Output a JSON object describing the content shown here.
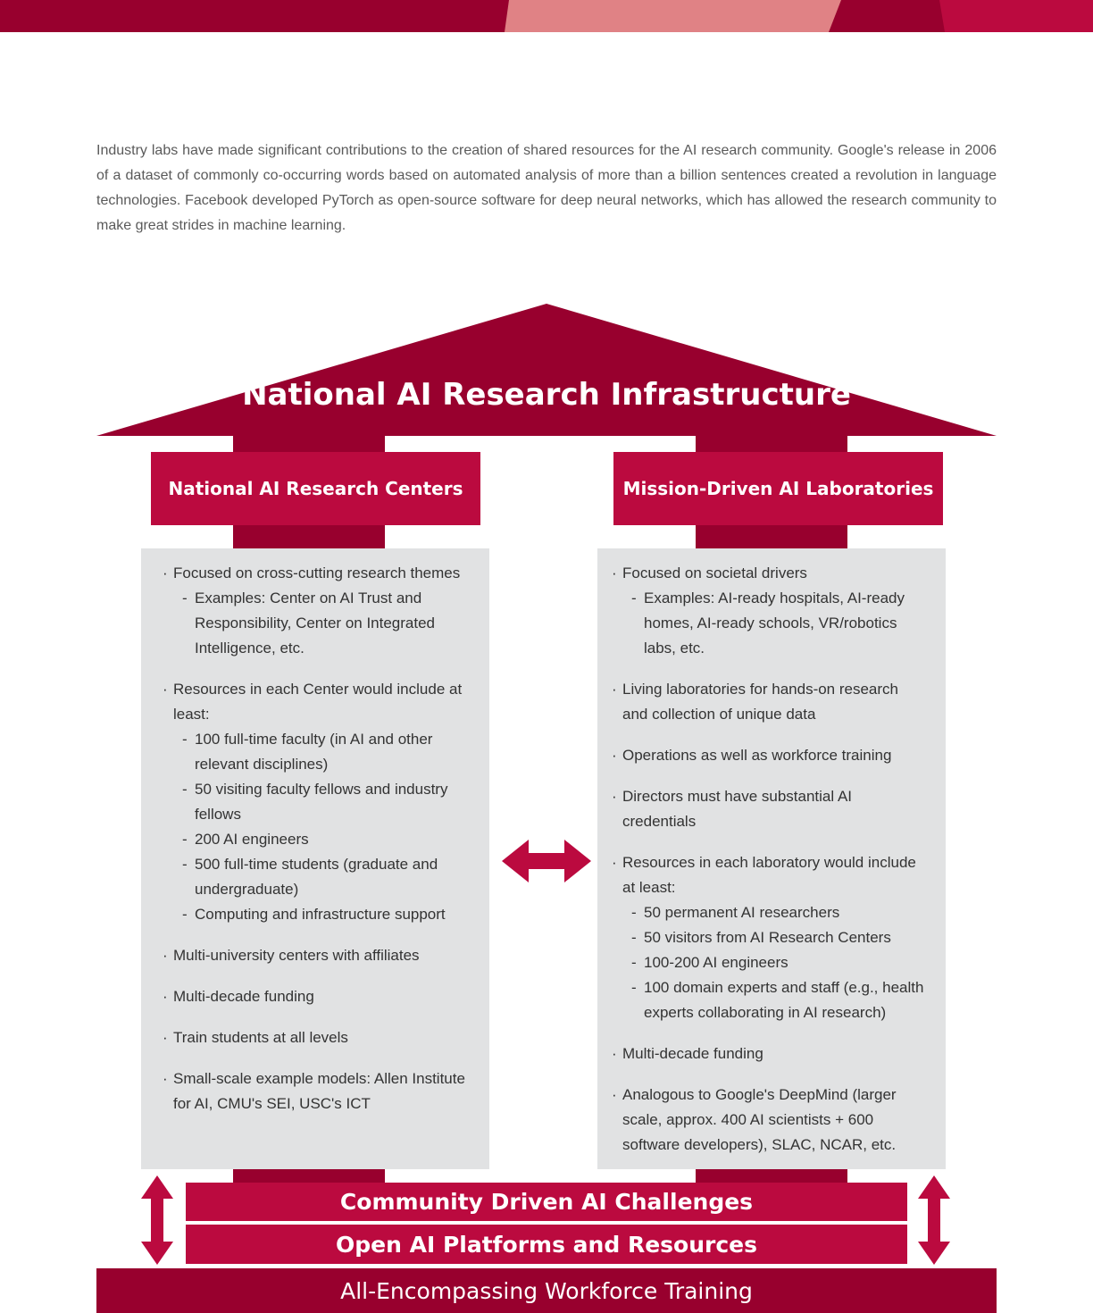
{
  "colors": {
    "dark_red": "#98002e",
    "red": "#bb0a3f",
    "pink": "#e08285",
    "gray_box": "#e1e2e3",
    "text_gray": "#5a5a5a",
    "text_dark": "#333333"
  },
  "intro": {
    "paragraph": "Industry labs have made significant contributions to the creation of shared resources for the AI research community. Google's release in 2006 of a dataset of commonly co-occurring words based on automated analysis of more than a billion sentences created a revolution in language technologies. Facebook developed PyTorch as open-source software for deep neural networks, which has allowed the research community to make great strides in machine learning."
  },
  "diagram": {
    "roof_title": "National AI Research Infrastructure",
    "left": {
      "title": "National AI Research Centers",
      "items": [
        {
          "text": "Focused on cross-cutting research themes",
          "subs": [
            "Examples: Center on AI Trust and Responsibility, Center on Integrated Intelligence, etc."
          ]
        },
        {
          "text": "Resources in each Center would include at least:",
          "subs": [
            "100 full-time faculty (in AI and other relevant disciplines)",
            "50 visiting faculty fellows and industry fellows",
            "200 AI engineers",
            "500 full-time students (graduate and undergraduate)",
            "Computing and infrastructure support"
          ]
        },
        {
          "text": "Multi-university centers with affiliates",
          "subs": []
        },
        {
          "text": "Multi-decade funding",
          "subs": []
        },
        {
          "text": "Train students at all levels",
          "subs": []
        },
        {
          "text": "Small-scale example models: Allen Institute for AI, CMU's SEI, USC's ICT",
          "subs": []
        }
      ]
    },
    "right": {
      "title": "Mission-Driven AI Laboratories",
      "items": [
        {
          "text": "Focused on societal drivers",
          "subs": [
            "Examples: AI-ready hospitals, AI-ready homes, AI-ready schools, VR/robotics labs, etc."
          ]
        },
        {
          "text": "Living laboratories for hands-on research and collection of unique data",
          "subs": []
        },
        {
          "text": "Operations as well as workforce training",
          "subs": []
        },
        {
          "text": "Directors must have substantial AI credentials",
          "subs": []
        },
        {
          "text": "Resources in each laboratory would include at least:",
          "subs": [
            "50 permanent AI researchers",
            "50 visitors from AI Research Centers",
            "100-200 AI engineers",
            "100 domain experts and staff (e.g., health experts collaborating in AI research)"
          ]
        },
        {
          "text": "Multi-decade funding",
          "subs": []
        },
        {
          "text": "Analogous to Google's DeepMind (larger scale, approx. 400 AI scientists + 600 software developers), SLAC, NCAR, etc.",
          "subs": []
        }
      ]
    },
    "band_top": "Community Driven AI Challenges",
    "band_bottom": "Open AI Platforms and Resources",
    "footer": "All-Encompassing Workforce Training"
  }
}
